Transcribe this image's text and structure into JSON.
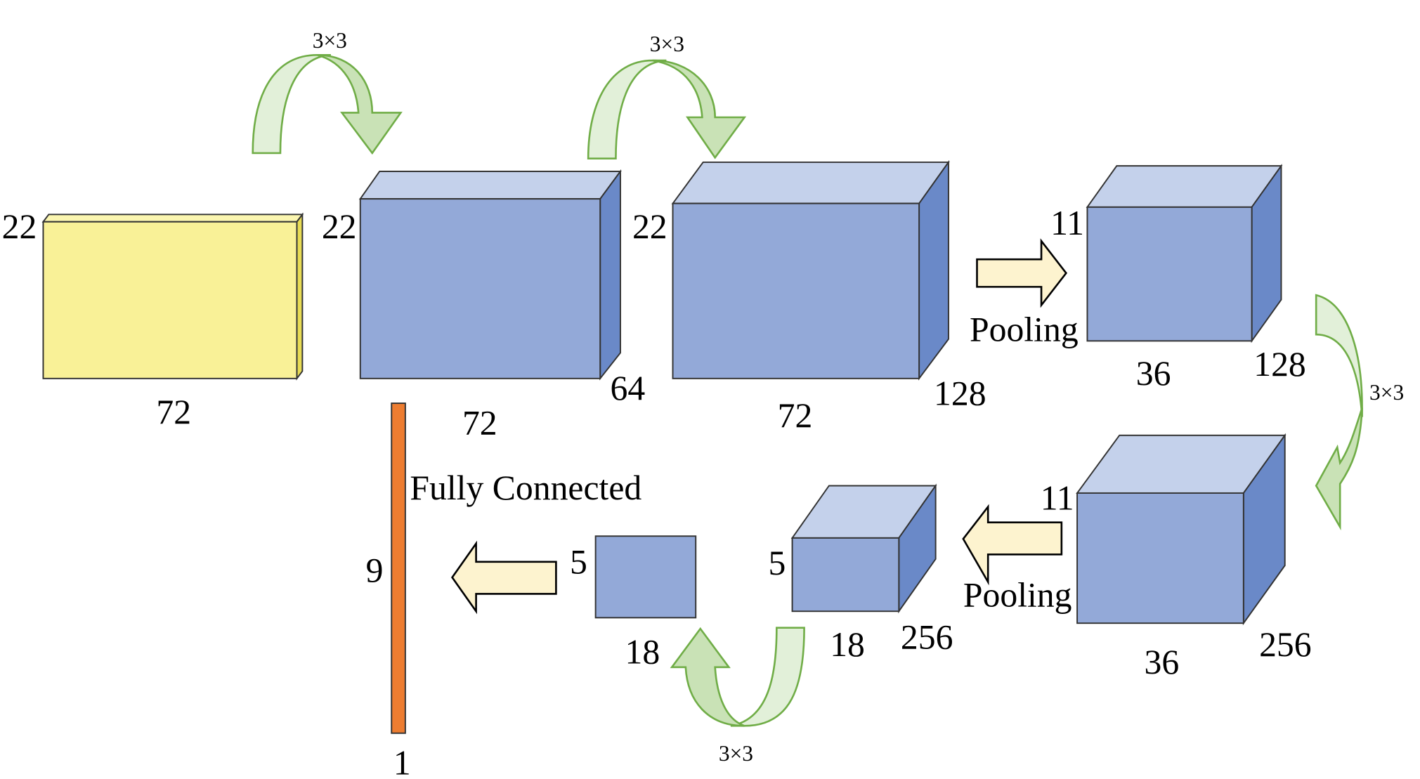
{
  "colors": {
    "input": "#f9f197",
    "feature_front": "#93a9d8",
    "feature_top": "#c4d1eb",
    "feature_side": "#6a89c8",
    "fc": "#ed7d31",
    "conv_arrow": "#c9e2b6",
    "pool_arrow": "#fdf3cf"
  },
  "input": {
    "height": "22",
    "width": "72"
  },
  "conv1": {
    "height": "22",
    "width": "72",
    "depth": "64",
    "kernel": "3×3"
  },
  "conv2": {
    "height": "22",
    "width": "72",
    "depth": "128",
    "kernel": "3×3"
  },
  "pool1": {
    "label": "Pooling",
    "height": "11",
    "width": "36",
    "depth": "128"
  },
  "conv3": {
    "height": "11",
    "width": "36",
    "depth": "256",
    "kernel": "3×3"
  },
  "pool2": {
    "label": "Pooling",
    "height": "5",
    "width": "18",
    "depth": "256"
  },
  "conv4": {
    "height": "5",
    "width": "18",
    "kernel": "3×3"
  },
  "fc": {
    "label": "Fully Connected",
    "height": "9",
    "width": "1"
  }
}
